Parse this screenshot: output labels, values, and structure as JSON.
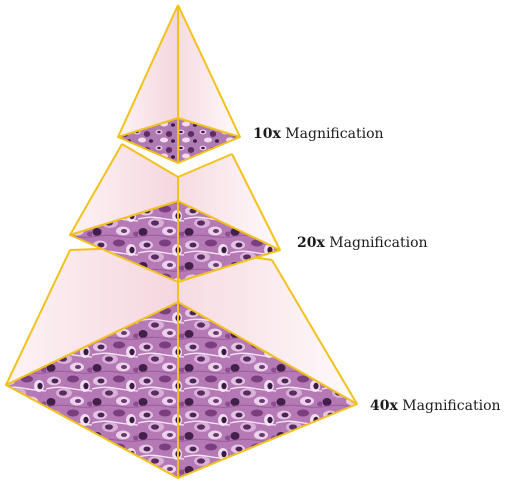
{
  "pyramid": {
    "levels": [
      {
        "magnification": "10x",
        "label": "Magnification"
      },
      {
        "magnification": "20x",
        "label": "Magnification"
      },
      {
        "magnification": "40x",
        "label": "Magnification"
      }
    ],
    "colors": {
      "edge": "#f2c21b",
      "face_tint": "#fbe8ec",
      "tissue_base": "#b97ab8",
      "tissue_dark": "#3f1f46",
      "tissue_light": "#e6c8e4"
    }
  }
}
